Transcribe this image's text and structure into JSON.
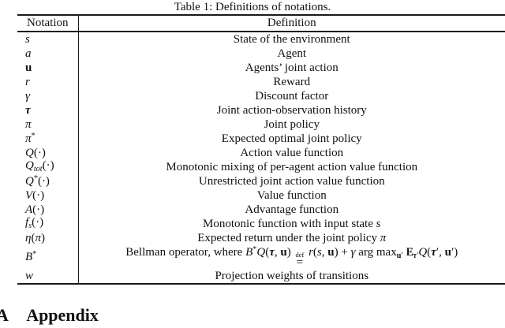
{
  "colors": {
    "background": "#ffffff",
    "text": "#111111",
    "rule": "#1a1a1a"
  },
  "table": {
    "caption": "Table 1: Definitions of notations.",
    "headers": [
      "Notation",
      "Definition"
    ],
    "rows": [
      {
        "notation": [
          {
            "t": "s",
            "c": "i"
          }
        ],
        "definition": [
          {
            "t": "State of the environment"
          }
        ]
      },
      {
        "notation": [
          {
            "t": "a",
            "c": "i"
          }
        ],
        "definition": [
          {
            "t": "Agent"
          }
        ]
      },
      {
        "notation": [
          {
            "t": "u",
            "c": "b"
          }
        ],
        "definition": [
          {
            "t": "Agents’ joint action"
          }
        ]
      },
      {
        "notation": [
          {
            "t": "r",
            "c": "i"
          }
        ],
        "definition": [
          {
            "t": "Reward"
          }
        ]
      },
      {
        "notation": [
          {
            "t": "γ",
            "c": "i"
          }
        ],
        "definition": [
          {
            "t": "Discount factor"
          }
        ]
      },
      {
        "notation": [
          {
            "t": "τ",
            "c": "bi"
          }
        ],
        "definition": [
          {
            "t": "Joint action-observation history"
          }
        ]
      },
      {
        "notation": [
          {
            "t": "π",
            "c": "i"
          }
        ],
        "definition": [
          {
            "t": "Joint policy"
          }
        ]
      },
      {
        "notation": [
          {
            "t": "π",
            "c": "i"
          },
          {
            "t": "*",
            "c": "sup"
          }
        ],
        "definition": [
          {
            "t": "Expected optimal joint policy"
          }
        ]
      },
      {
        "notation": [
          {
            "t": "Q",
            "c": "i"
          },
          {
            "t": "(·)"
          }
        ],
        "definition": [
          {
            "t": "Action value function"
          }
        ]
      },
      {
        "notation": [
          {
            "t": "Q",
            "c": "i"
          },
          {
            "t": "tot",
            "c": "sub i"
          },
          {
            "t": "(·)"
          }
        ],
        "definition": [
          {
            "t": "Monotonic mixing of per-agent action value function"
          }
        ]
      },
      {
        "notation": [
          {
            "t": "Q",
            "c": "i"
          },
          {
            "t": "*",
            "c": "sup"
          },
          {
            "t": "(·)"
          }
        ],
        "definition": [
          {
            "t": "Unrestricted joint action value function"
          }
        ]
      },
      {
        "notation": [
          {
            "t": "V",
            "c": "i"
          },
          {
            "t": "(·)"
          }
        ],
        "definition": [
          {
            "t": "Value function"
          }
        ]
      },
      {
        "notation": [
          {
            "t": "A",
            "c": "i"
          },
          {
            "t": "(·)"
          }
        ],
        "definition": [
          {
            "t": "Advantage function"
          }
        ]
      },
      {
        "notation": [
          {
            "t": "f",
            "c": "i"
          },
          {
            "t": "s",
            "c": "sub i"
          },
          {
            "t": "(·)"
          }
        ],
        "definition": [
          {
            "t": "Monotonic function with input state "
          },
          {
            "t": "s",
            "c": "i"
          }
        ]
      },
      {
        "notation": [
          {
            "t": "η",
            "c": "i"
          },
          {
            "t": "("
          },
          {
            "t": "π",
            "c": "i"
          },
          {
            "t": ")"
          }
        ],
        "definition": [
          {
            "t": "Expected return under the joint policy "
          },
          {
            "t": "π",
            "c": "i"
          }
        ]
      },
      {
        "tall": true,
        "notation": [
          {
            "t": "B",
            "c": "cal"
          },
          {
            "t": "*",
            "c": "sup"
          }
        ],
        "definition": [
          {
            "t": "Bellman operator, where "
          },
          {
            "t": "B",
            "c": "cal"
          },
          {
            "t": "*",
            "c": "sup"
          },
          {
            "t": "Q",
            "c": "i"
          },
          {
            "t": "("
          },
          {
            "t": "τ",
            "c": "bi"
          },
          {
            "t": ", "
          },
          {
            "t": "u",
            "c": "b"
          },
          {
            "t": ") "
          },
          {
            "defeq": true,
            "top": "def",
            "eq": "="
          },
          {
            "t": " "
          },
          {
            "t": "r",
            "c": "i"
          },
          {
            "t": "("
          },
          {
            "t": "s",
            "c": "i"
          },
          {
            "t": ", "
          },
          {
            "t": "u",
            "c": "b"
          },
          {
            "t": ") + "
          },
          {
            "t": "γ",
            "c": "i"
          },
          {
            "t": " arg max"
          },
          {
            "t": "u",
            "c": "sub b"
          },
          {
            "t": "′",
            "c": "sub"
          },
          {
            "t": " "
          },
          {
            "t": "E",
            "c": "bb"
          },
          {
            "t": "τ",
            "c": "sub bi"
          },
          {
            "t": "′",
            "c": "sub"
          },
          {
            "t": "Q",
            "c": "i"
          },
          {
            "t": "("
          },
          {
            "t": "τ",
            "c": "bi"
          },
          {
            "t": "′"
          },
          {
            "t": ", "
          },
          {
            "t": "u",
            "c": "b"
          },
          {
            "t": "′"
          },
          {
            "t": ")"
          }
        ]
      },
      {
        "notation": [
          {
            "t": "w",
            "c": "i"
          }
        ],
        "definition": [
          {
            "t": "Projection weights of transitions"
          }
        ]
      }
    ]
  },
  "appendix": {
    "number": "A",
    "title": "Appendix"
  }
}
